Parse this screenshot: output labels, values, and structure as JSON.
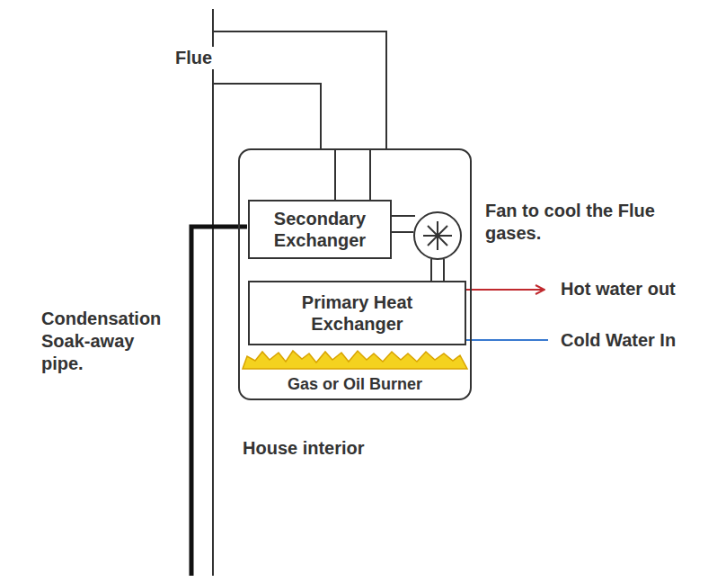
{
  "diagram": {
    "nodes": [
      {
        "text": [
          "Gas or Oil Burner"
        ]
      },
      {
        "text": [
          "Secondary Exchanger"
        ],
        "in": 0
      },
      {
        "text": [
          "Primary Heat Exchanger"
        ],
        "in": 0
      }
    ],
    "labels": [
      "Flue",
      "Fan to cool the Flue gases.",
      "Hot water out",
      "Cold Water In",
      "Condensation Soak-away pipe.",
      "House interior"
    ]
  }
}
